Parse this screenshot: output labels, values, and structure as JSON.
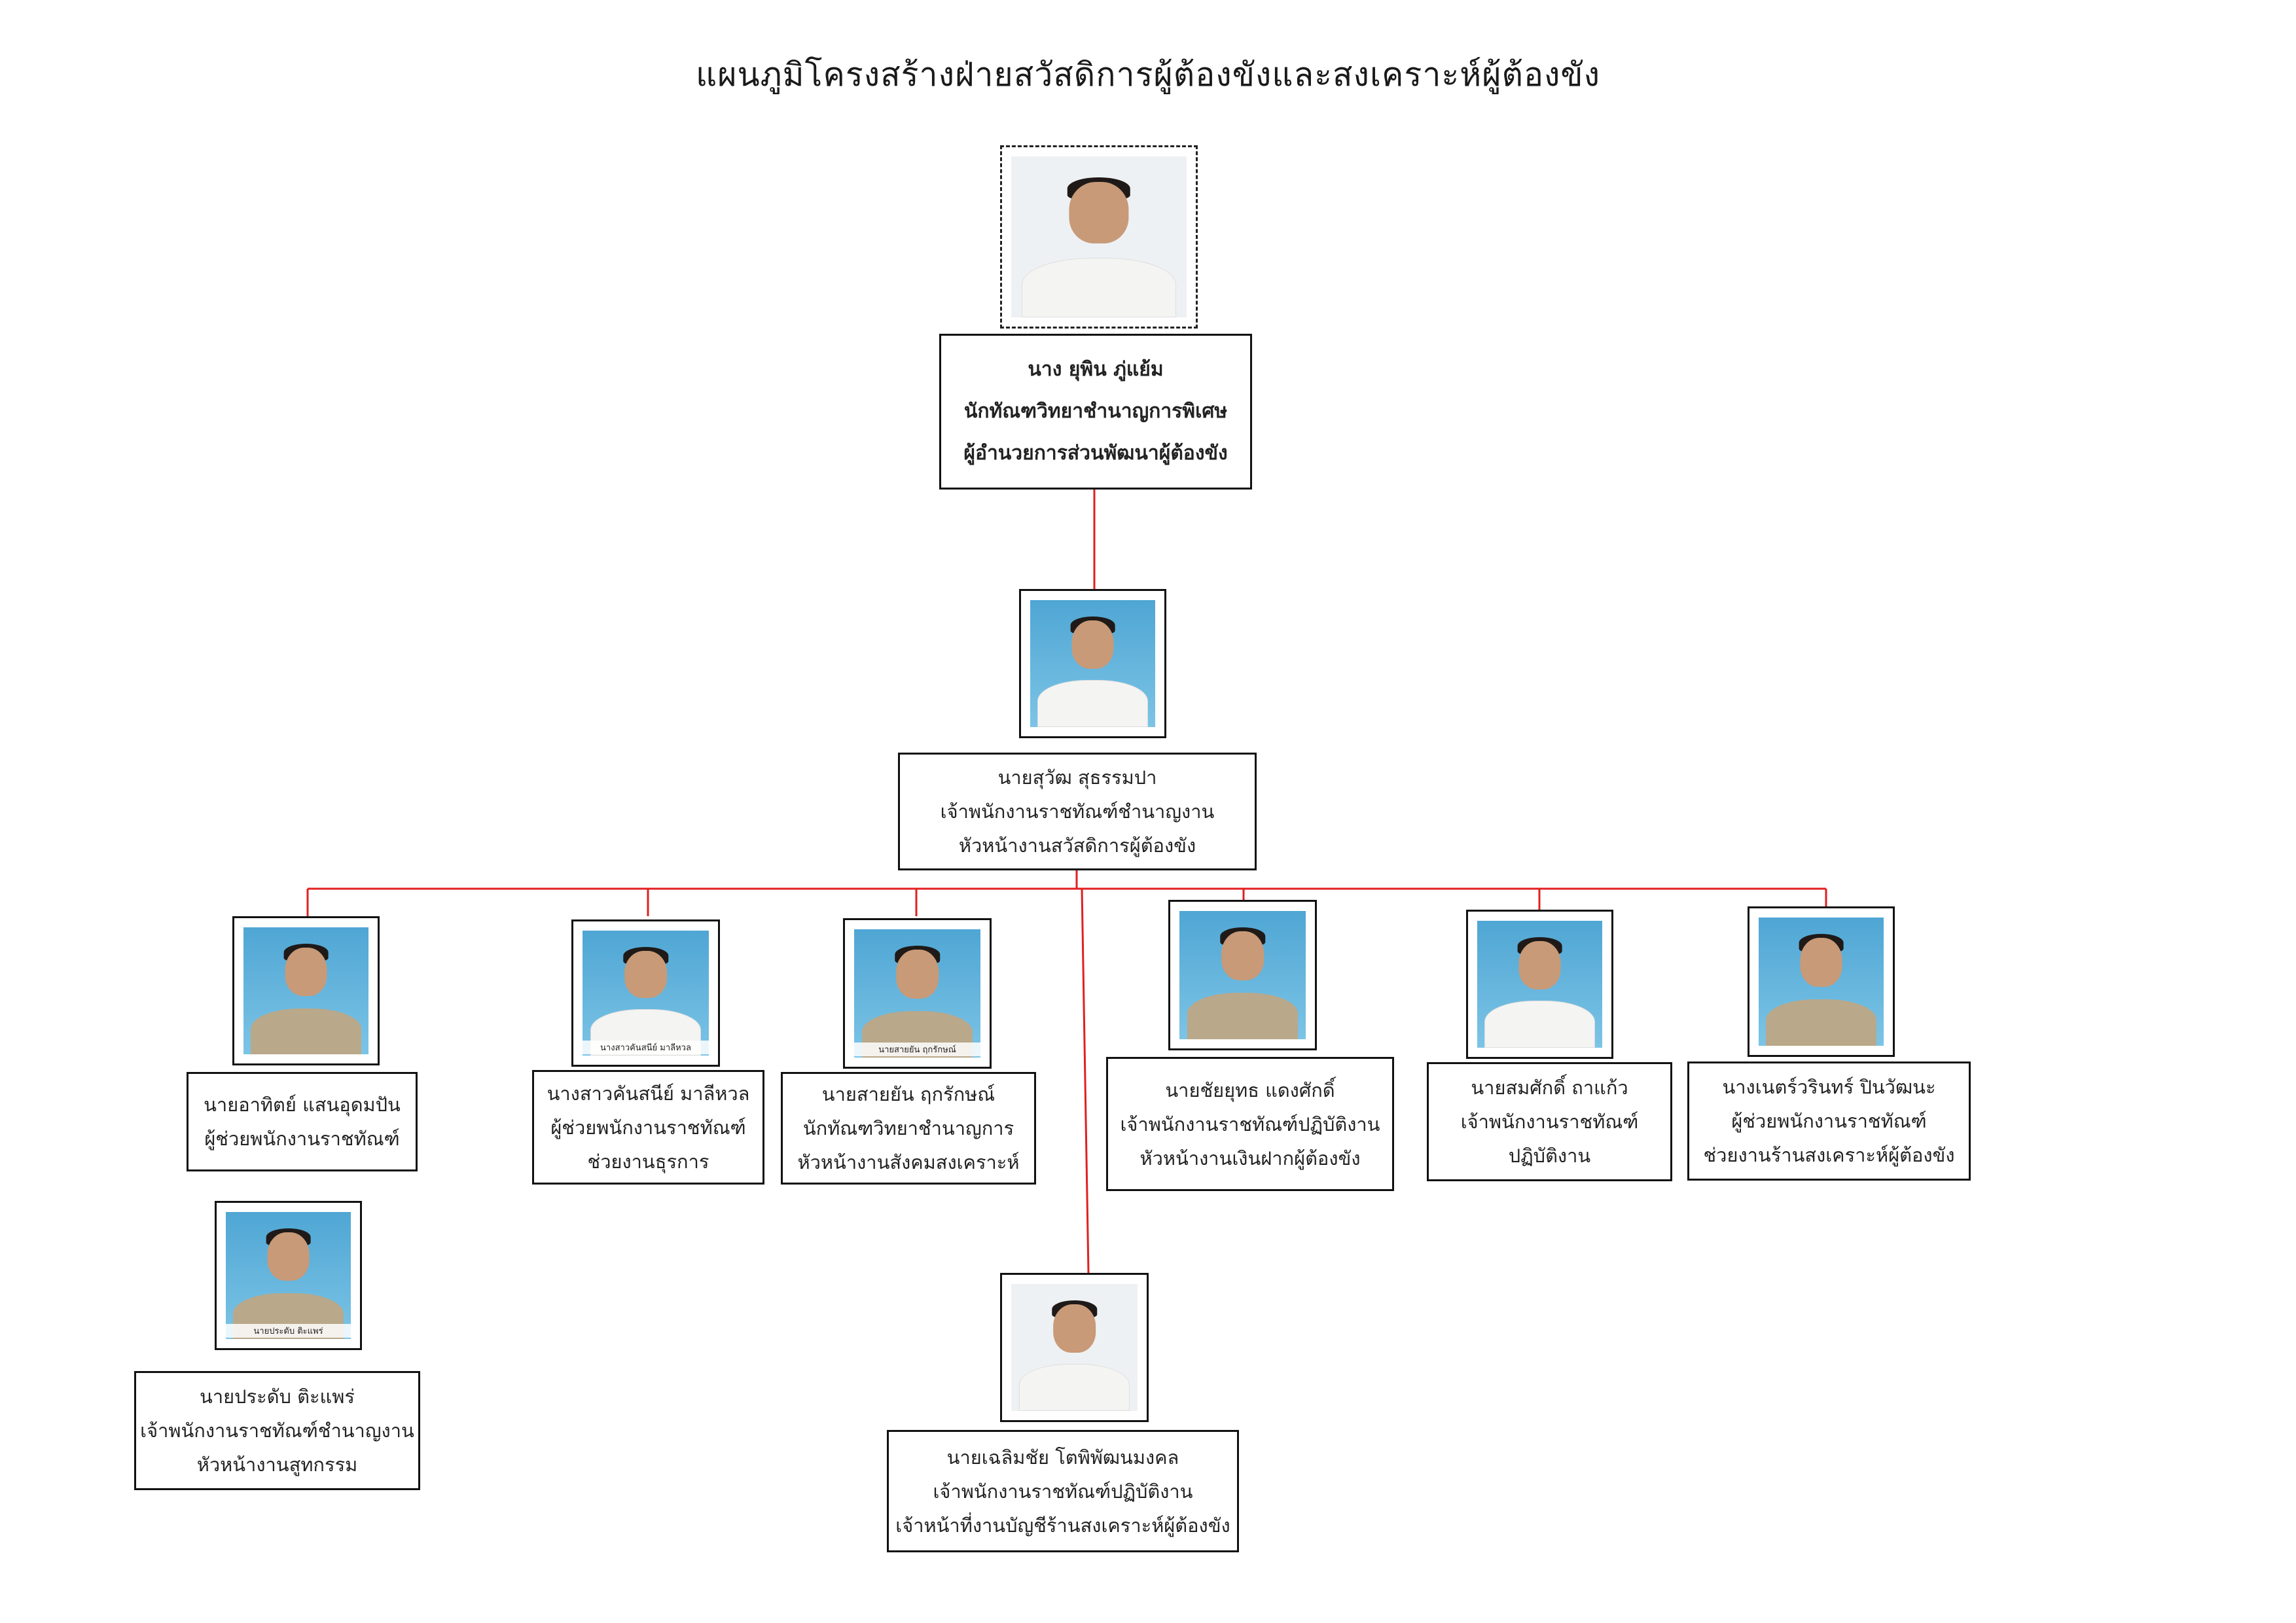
{
  "title": "แผนภูมิโครงสร้างฝ่ายสวัสดิการผู้ต้องขังและสงเคราะห์ผู้ต้องขัง",
  "colors": {
    "connector": "#e02020",
    "border": "#111111"
  },
  "director": {
    "name": "นาง ยุพิน ภู่แย้ม",
    "position": "นักทัณฑวิทยาชำนาญการพิเศษ",
    "role": "ผู้อำนวยการส่วนพัฒนาผู้ต้องขัง"
  },
  "head": {
    "name": "นายสุวัฒ สุธรรมปา",
    "position": "เจ้าพนักงานราชทัณฑ์ชำนาญงาน",
    "role": "หัวหน้างานสวัสดิการผู้ต้องขัง"
  },
  "staff": [
    {
      "name": "นายอาทิตย์ แสนอุดมปัน",
      "position": "ผู้ช่วยพนักงานราชทัณฑ์",
      "role": ""
    },
    {
      "name": "นางสาวคันสนีย์ มาลีหวล",
      "position": "ผู้ช่วยพนักงานราชทัณฑ์",
      "role": "ช่วยงานธุรการ",
      "photo_caption": "นางสาวคันสนีย์ มาลีหวล"
    },
    {
      "name": "นายสายยัน ฤกรักษณ์",
      "position": "นักทัณฑวิทยาชำนาญการ",
      "role": "หัวหน้างานสังคมสงเคราะห์",
      "photo_caption": "นายสายยัน ฤกรักษณ์"
    },
    {
      "name": "นายชัยยุทธ แดงศักดิ์",
      "position": "เจ้าพนักงานราชทัณฑ์ปฏิบัติงาน",
      "role": "หัวหน้างานเงินฝากผู้ต้องขัง"
    },
    {
      "name": "นายสมศักดิ์ ถาแก้ว",
      "position": "เจ้าพนักงานราชทัณฑ์",
      "role": "ปฏิบัติงาน"
    },
    {
      "name": "นางเนตร์วรินทร์ ปินวัฒนะ",
      "position": "ผู้ช่วยพนักงานราชทัณฑ์",
      "role": "ช่วยงานร้านสงเคราะห์ผู้ต้องขัง"
    },
    {
      "name": "นายประดับ ติะแพร่",
      "position": "เจ้าพนักงานราชทัณฑ์ชำนาญงาน",
      "role": "หัวหน้างานสูทกรรม",
      "photo_caption": "นายประดับ ติะแพร่"
    },
    {
      "name": "นายเฉลิมชัย โตพิพัฒนมงคล",
      "position": "เจ้าพนักงานราชทัณฑ์ปฏิบัติงาน",
      "role": "เจ้าหน้าที่งานบัญชีร้านสงเคราะห์ผู้ต้องขัง"
    }
  ]
}
